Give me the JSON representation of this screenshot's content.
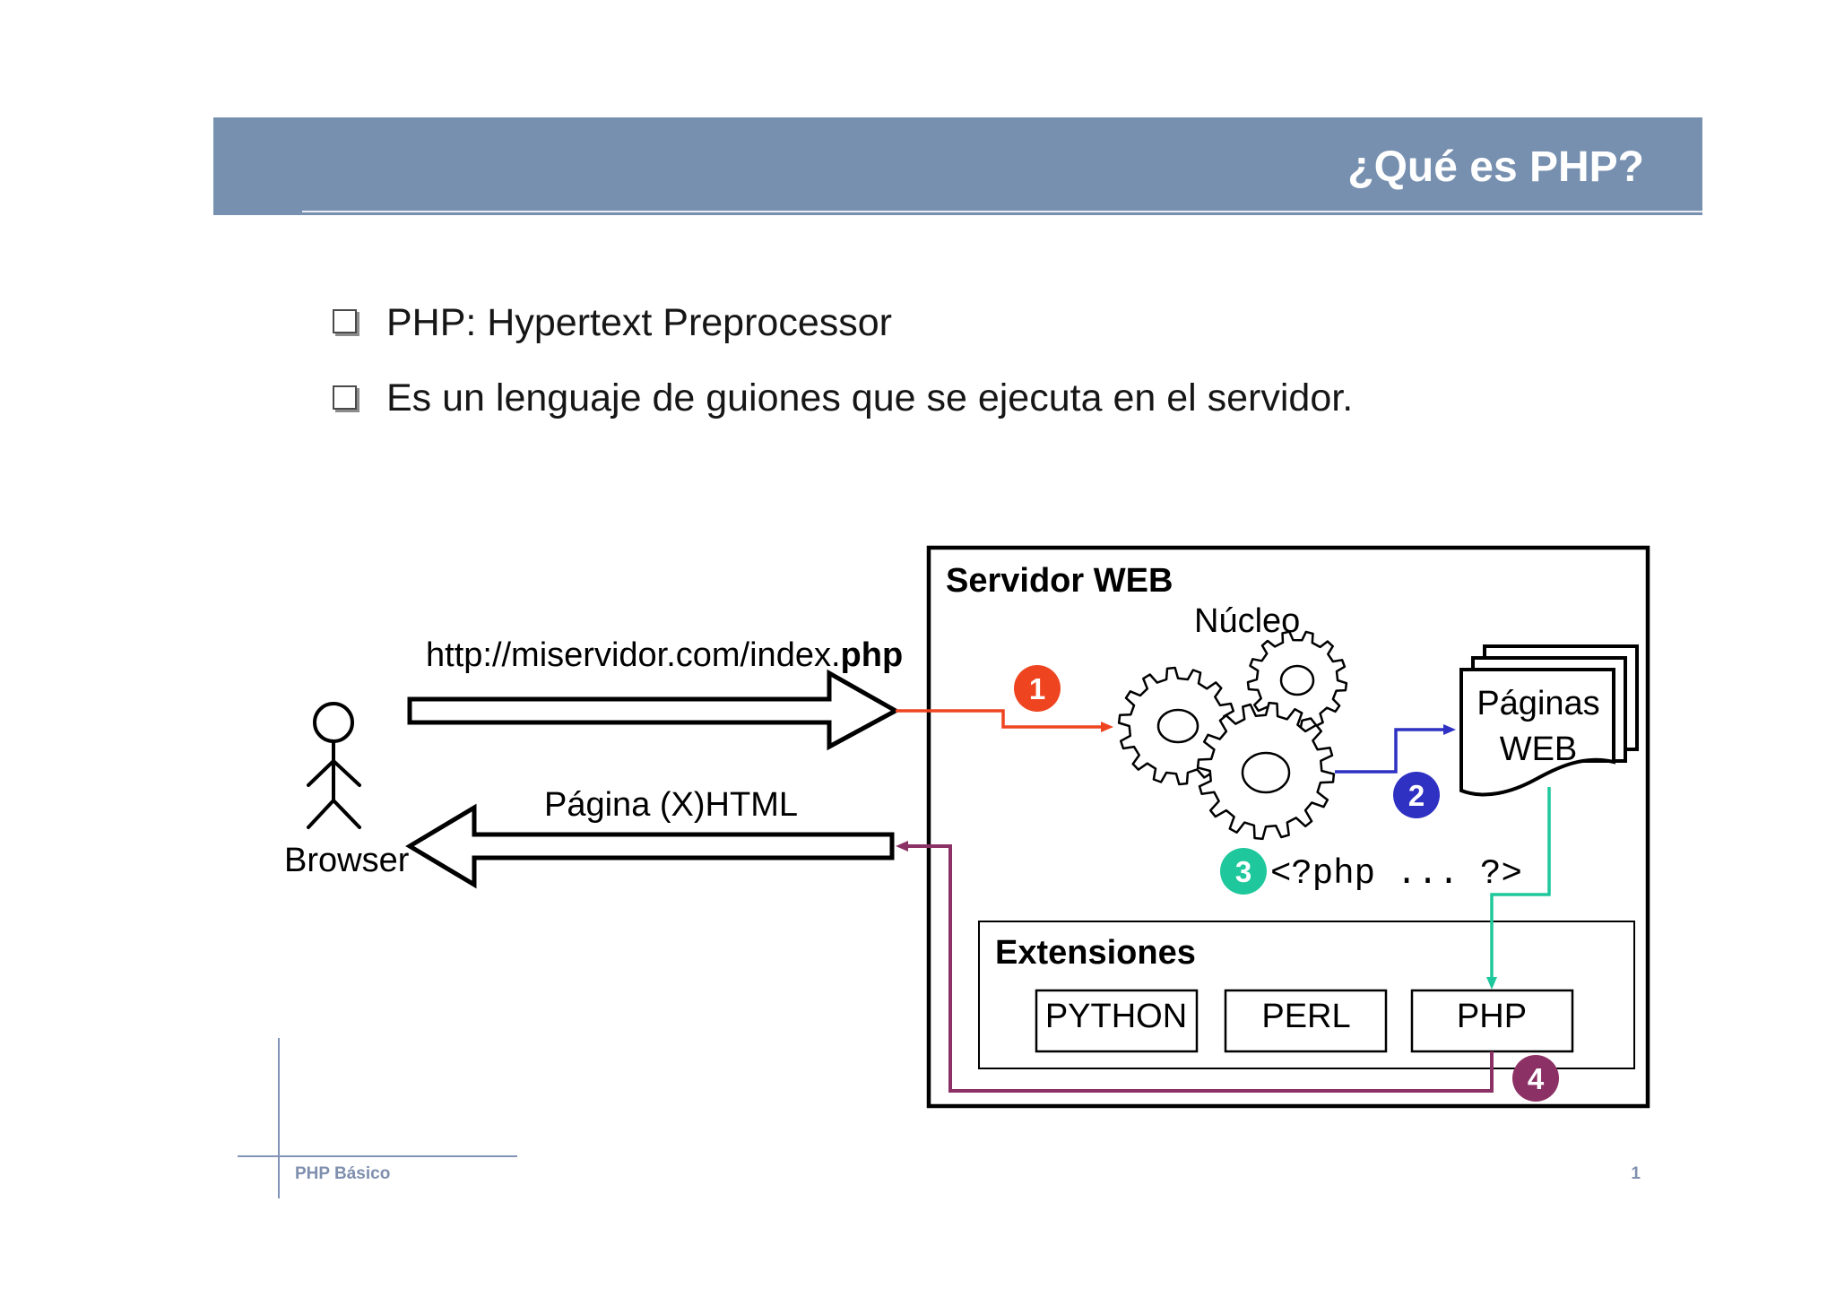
{
  "slide": {
    "title": "¿Qué es PHP?",
    "bullets": [
      {
        "icon": "checkbox-square-icon",
        "text": "PHP: Hypertext Preprocessor"
      },
      {
        "icon": "checkbox-square-icon",
        "text": "Es un lenguaje de guiones que se ejecuta en el servidor."
      }
    ]
  },
  "diagram": {
    "client": {
      "label": "Browser",
      "icon": "stick-figure-icon"
    },
    "request": {
      "url_prefix": "http://miservidor.com/index.",
      "url_extension": "php"
    },
    "response": {
      "label": "Página (X)HTML"
    },
    "server": {
      "title": "Servidor WEB",
      "core_label": "Núcleo",
      "core_icon": "gears-icon",
      "pages_label_line1": "Páginas",
      "pages_label_line2": "WEB",
      "pages_icon": "document-stack-icon",
      "code_snippet": "<?php ... ?>"
    },
    "extensions": {
      "title": "Extensiones",
      "modules": [
        "PYTHON",
        "PERL",
        "PHP"
      ]
    },
    "steps": [
      {
        "number": "1",
        "color": "#ee4520"
      },
      {
        "number": "2",
        "color": "#2f31c2"
      },
      {
        "number": "3",
        "color": "#1fc89c"
      },
      {
        "number": "4",
        "color": "#8c3165"
      }
    ]
  },
  "footer": {
    "course": "PHP Básico",
    "page_number": "1"
  },
  "colors": {
    "header_bg": "#7790b0",
    "header_text": "#ffffff",
    "footer_accent": "#8194b8"
  }
}
